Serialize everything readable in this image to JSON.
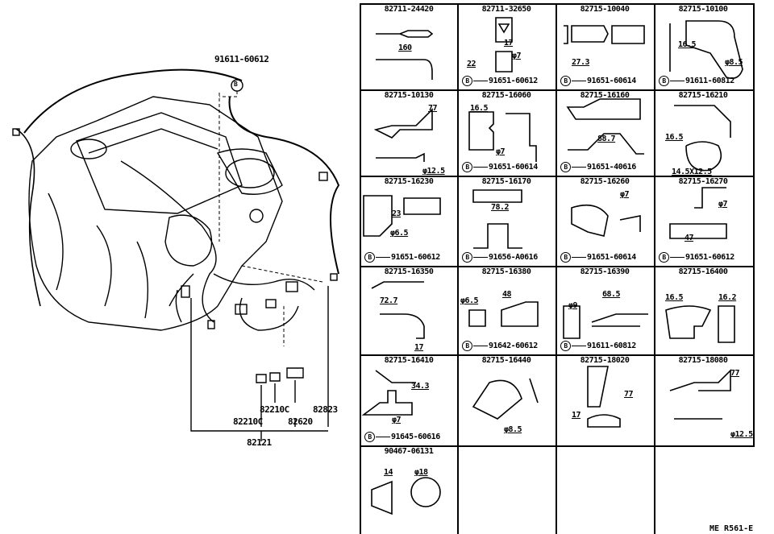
{
  "left_diagram": {
    "labels": {
      "bolt_part": "91611-60612",
      "bolt_symbol": "B",
      "connector_a": "82210C",
      "connector_b": "82823",
      "connector_c": "82210C",
      "connector_d": "82620",
      "assembly": "82121"
    }
  },
  "table": {
    "cells": [
      {
        "part": "82711-24420",
        "dims": [
          "160"
        ],
        "bolt": null
      },
      {
        "part": "82711-32650",
        "dims": [
          "17",
          "22",
          "φ7"
        ],
        "bolt": "91651-60612"
      },
      {
        "part": "82715-10040",
        "dims": [
          "27.3"
        ],
        "bolt": "91651-60614"
      },
      {
        "part": "82715-10100",
        "dims": [
          "16.5",
          "φ8.5"
        ],
        "bolt": "91611-60812"
      },
      {
        "part": "82715-10130",
        "dims": [
          "77",
          "φ12.5"
        ],
        "bolt": null
      },
      {
        "part": "82715-16060",
        "dims": [
          "16.5",
          "φ7"
        ],
        "bolt": "91651-60614"
      },
      {
        "part": "82715-16160",
        "dims": [
          "88.7"
        ],
        "bolt": "91651-40616"
      },
      {
        "part": "82715-16210",
        "dims": [
          "16.5",
          "14.5X12.5"
        ],
        "bolt": null
      },
      {
        "part": "82715-16230",
        "dims": [
          "23",
          "φ6.5"
        ],
        "bolt": "91651-60612"
      },
      {
        "part": "82715-16170",
        "dims": [
          "78.2"
        ],
        "bolt": "91656-A0616"
      },
      {
        "part": "82715-16260",
        "dims": [
          "φ7"
        ],
        "bolt": "91651-60614"
      },
      {
        "part": "82715-16270",
        "dims": [
          "φ7",
          "47"
        ],
        "bolt": "91651-60612"
      },
      {
        "part": "82715-16350",
        "dims": [
          "72.7",
          "17"
        ],
        "bolt": null
      },
      {
        "part": "82715-16380",
        "dims": [
          "φ6.5",
          "48"
        ],
        "bolt": "91642-60612"
      },
      {
        "part": "82715-16390",
        "dims": [
          "φ9",
          "68.5"
        ],
        "bolt": "91611-60812"
      },
      {
        "part": "82715-16400",
        "dims": [
          "16.5",
          "16.2"
        ],
        "bolt": null
      },
      {
        "part": "82715-16410",
        "dims": [
          "34.3",
          "φ7"
        ],
        "bolt": "91645-60616"
      },
      {
        "part": "82715-16440",
        "dims": [
          "φ8.5"
        ],
        "bolt": null
      },
      {
        "part": "82715-18020",
        "dims": [
          "77",
          "17"
        ],
        "bolt": null
      },
      {
        "part": "82715-18080",
        "dims": [
          "77",
          "φ12.5"
        ],
        "bolt": null
      },
      {
        "part": "90467-06131",
        "dims": [
          "14",
          "φ18"
        ],
        "bolt": null
      },
      {
        "part": "",
        "dims": [],
        "bolt": null
      },
      {
        "part": "",
        "dims": [],
        "bolt": null
      },
      {
        "part": "",
        "dims": [],
        "bolt": null
      }
    ],
    "bolt_symbol": "B"
  },
  "footer": {
    "code": "ME R561-E"
  }
}
